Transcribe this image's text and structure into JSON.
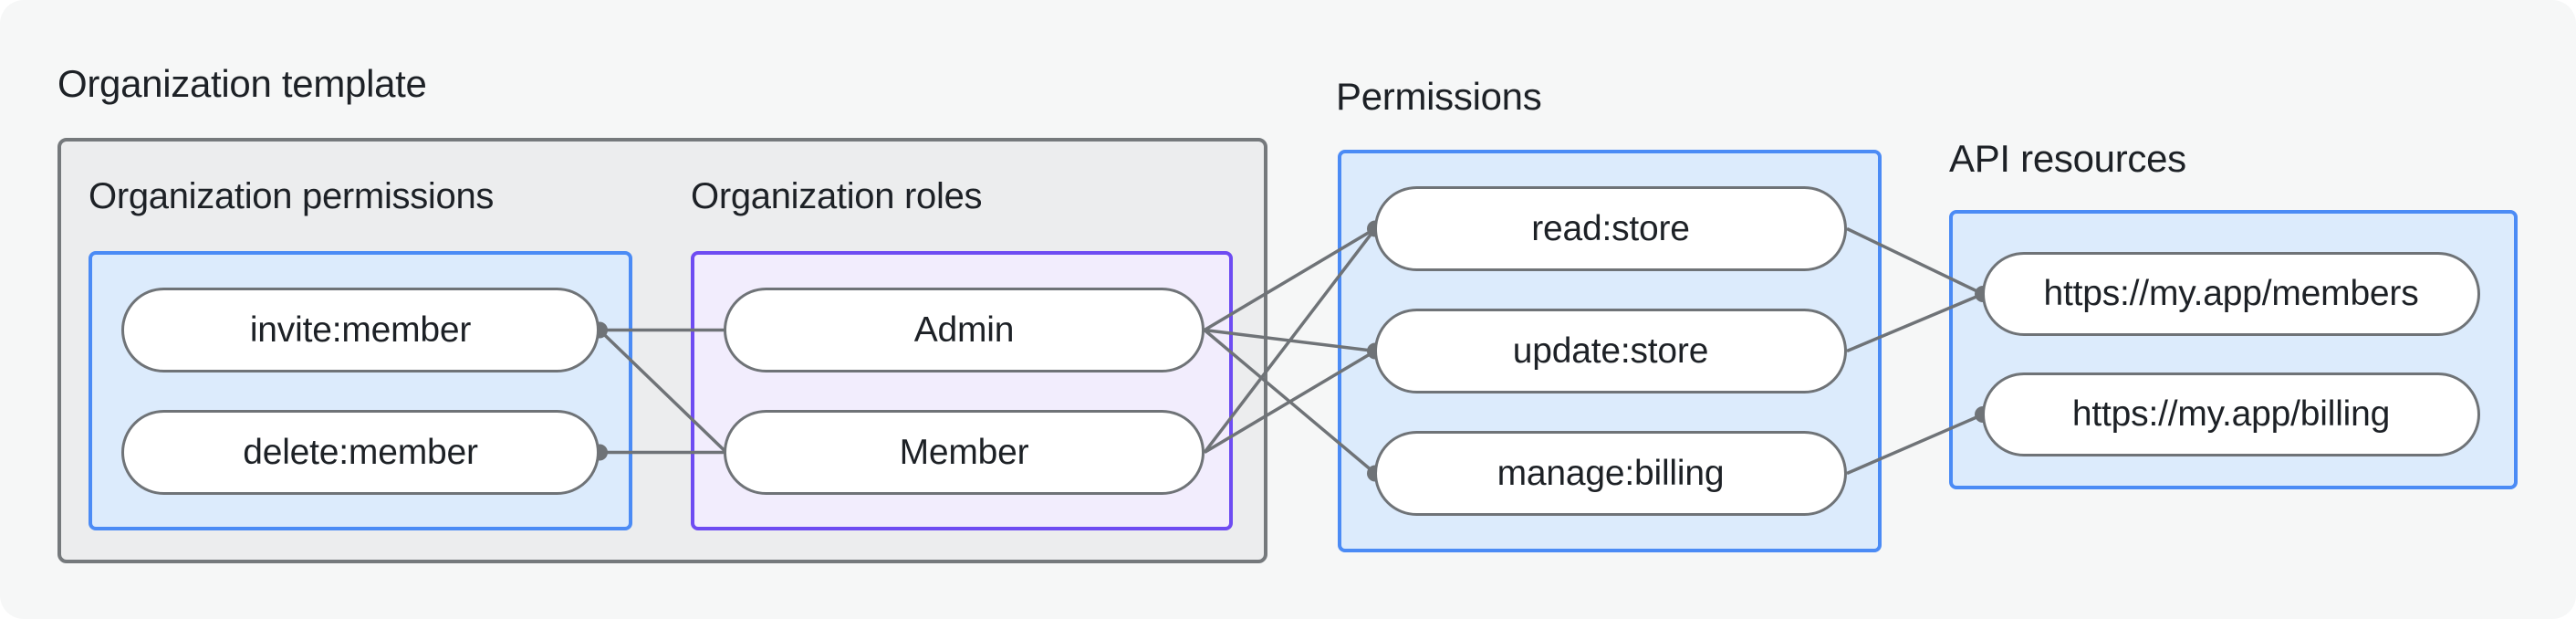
{
  "diagram": {
    "organization_template": {
      "title": "Organization template",
      "organization_permissions": {
        "title": "Organization permissions",
        "nodes": [
          "invite:member",
          "delete:member"
        ]
      },
      "organization_roles": {
        "title": "Organization roles",
        "nodes": [
          "Admin",
          "Member"
        ]
      }
    },
    "permissions": {
      "title": "Permissions",
      "nodes": [
        "read:store",
        "update:store",
        "manage:billing"
      ]
    },
    "api_resources": {
      "title": "API resources",
      "nodes": [
        "https://my.app/members",
        "https://my.app/billing"
      ]
    },
    "connections": [
      {
        "from": "invite:member",
        "to": "Admin"
      },
      {
        "from": "invite:member",
        "to": "Member"
      },
      {
        "from": "delete:member",
        "to": "Member"
      },
      {
        "from": "Admin",
        "to": "read:store"
      },
      {
        "from": "Admin",
        "to": "update:store"
      },
      {
        "from": "Admin",
        "to": "manage:billing"
      },
      {
        "from": "Member",
        "to": "read:store"
      },
      {
        "from": "Member",
        "to": "update:store"
      },
      {
        "from": "read:store",
        "to": "https://my.app/members"
      },
      {
        "from": "update:store",
        "to": "https://my.app/members"
      },
      {
        "from": "manage:billing",
        "to": "https://my.app/billing"
      }
    ]
  },
  "colors": {
    "canvas_bg": "#f6f7f7",
    "text": "#1d2126",
    "gray_box_fill": "#ecedee",
    "gray_box_border": "#75797c",
    "blue_box_fill": "#dcebfc",
    "blue_box_border": "#4b8bf5",
    "purple_box_fill": "#f2edfd",
    "purple_box_border": "#6e4cf2",
    "node_fill": "#ffffff",
    "node_border": "#6f7377",
    "edge": "#6f7377"
  }
}
